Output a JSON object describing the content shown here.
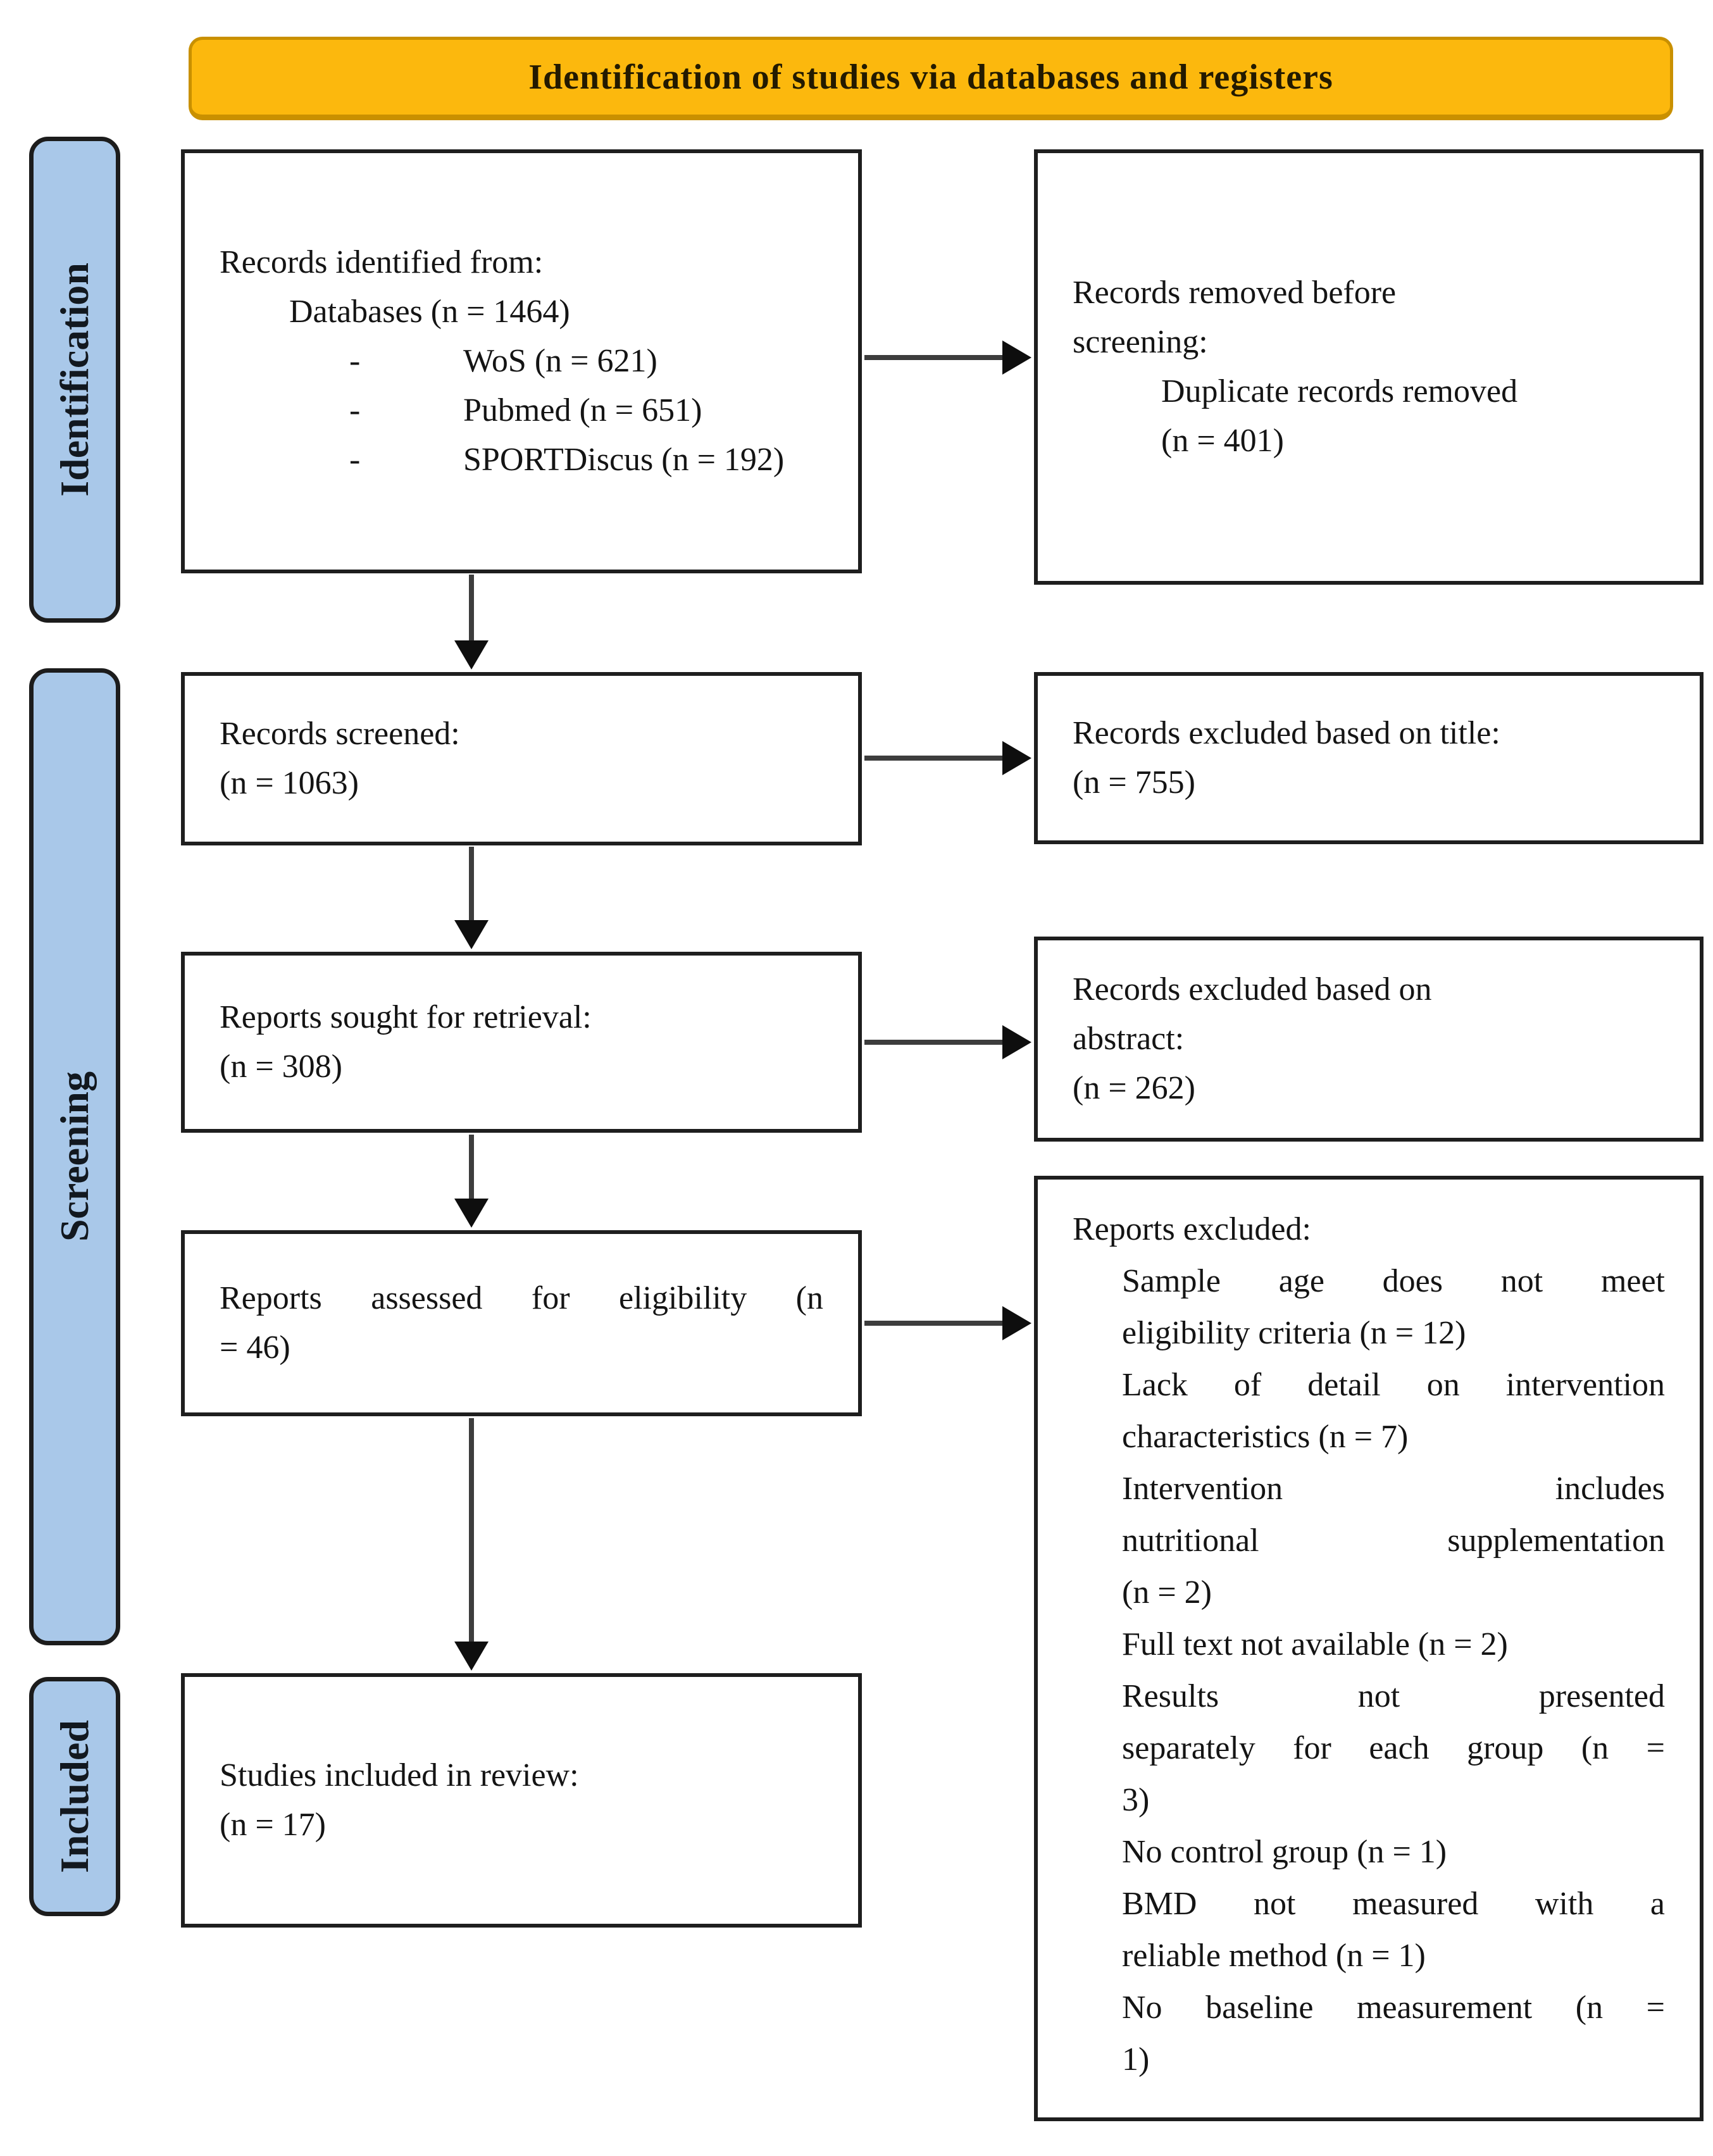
{
  "banner": {
    "label": "Identification of studies via databases and registers"
  },
  "stages": [
    {
      "label": "Identification"
    },
    {
      "label": "Screening"
    },
    {
      "label": "Included"
    }
  ],
  "boxes": {
    "records_identified": {
      "lines": [
        {
          "text": "Records identified from:",
          "indent": 0
        },
        {
          "text": "Databases (n = 1464)",
          "indent": 1
        },
        {
          "text": "WoS (n = 621)",
          "indent": 2,
          "marker": "-"
        },
        {
          "text": "Pubmed (n = 651)",
          "indent": 2,
          "marker": "-"
        },
        {
          "text": "SPORTDiscus (n = 192)",
          "indent": 2,
          "marker": "-"
        }
      ]
    },
    "records_removed": {
      "lines": [
        {
          "text": "Records removed before",
          "indent": 0
        },
        {
          "text": "screening:",
          "indent": 0
        },
        {
          "text": "Duplicate records removed",
          "indent": 1
        },
        {
          "text": "(n = 401)",
          "indent": 1
        }
      ]
    },
    "records_screened": {
      "lines": [
        {
          "text": "Records screened:",
          "indent": 0
        },
        {
          "text": "(n = 1063)",
          "indent": 0
        }
      ]
    },
    "excluded_title": {
      "lines": [
        {
          "text": "Records excluded based on title:",
          "indent": 0
        },
        {
          "text": "(n = 755)",
          "indent": 0
        }
      ]
    },
    "reports_sought": {
      "lines": [
        {
          "text": "Reports sought for retrieval:",
          "indent": 0
        },
        {
          "text": "(n = 308)",
          "indent": 0
        }
      ]
    },
    "excluded_abstract": {
      "lines": [
        {
          "text": "Records excluded based on",
          "indent": 0
        },
        {
          "text": "abstract:",
          "indent": 0
        },
        {
          "text": "(n = 262)",
          "indent": 0
        }
      ]
    },
    "reports_assessed": {
      "lines": [
        {
          "text": "Reports assessed for eligibility (n",
          "indent": 0,
          "justify": true
        },
        {
          "text": "= 46)",
          "indent": 0
        }
      ]
    },
    "reports_excluded": {
      "lines": [
        {
          "text": "Reports excluded:",
          "indent": 0
        },
        {
          "text": "Sample age does not meet",
          "indent": 1,
          "justify": true
        },
        {
          "text": "eligibility criteria (n = 12)",
          "indent": 1
        },
        {
          "text": "Lack of detail on intervention",
          "indent": 1,
          "justify": true
        },
        {
          "text": "characteristics (n = 7)",
          "indent": 1
        },
        {
          "text": "Intervention includes",
          "indent": 1,
          "justify": true
        },
        {
          "text": "nutritional supplementation",
          "indent": 1,
          "justify": true
        },
        {
          "text": "(n = 2)",
          "indent": 1
        },
        {
          "text": "Full text not available (n = 2)",
          "indent": 1
        },
        {
          "text": "Results not presented",
          "indent": 1,
          "justify": true
        },
        {
          "text": "separately for each group (n =",
          "indent": 1,
          "justify": true
        },
        {
          "text": "3)",
          "indent": 1
        },
        {
          "text": "No control group (n = 1)",
          "indent": 1
        },
        {
          "text": "BMD not measured with a",
          "indent": 1,
          "justify": true
        },
        {
          "text": "reliable method (n = 1)",
          "indent": 1
        },
        {
          "text": "No baseline measurement (n =",
          "indent": 1,
          "justify": true
        },
        {
          "text": "1)",
          "indent": 1
        }
      ]
    },
    "studies_included": {
      "lines": [
        {
          "text": "Studies included in review:",
          "indent": 0
        },
        {
          "text": "(n = 17)",
          "indent": 0
        }
      ]
    }
  },
  "colors": {
    "banner_fill": "#FCB80D",
    "banner_border": "#C99000",
    "stage_fill": "#A9C8E9",
    "box_border": "#1e1e1e",
    "arrow": "#3d3d3d"
  }
}
